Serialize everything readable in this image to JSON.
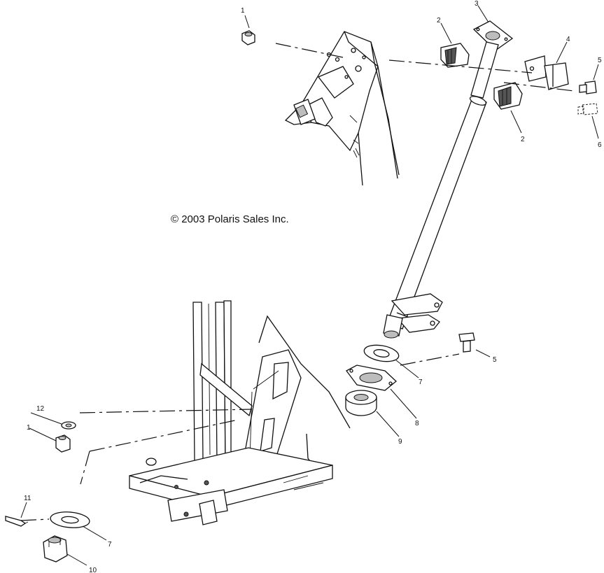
{
  "copyright": "© 2003 Polaris Sales Inc.",
  "callouts": {
    "c1_top": "1",
    "c2_upper": "2",
    "c2_lower": "2",
    "c3": "3",
    "c4": "4",
    "c5_upper": "5",
    "c5_lower": "5",
    "c6": "6",
    "c7_right": "7",
    "c7_left": "7",
    "c8": "8",
    "c9": "9",
    "c10": "10",
    "c11": "11",
    "c12": "12",
    "c1_left": "1"
  }
}
